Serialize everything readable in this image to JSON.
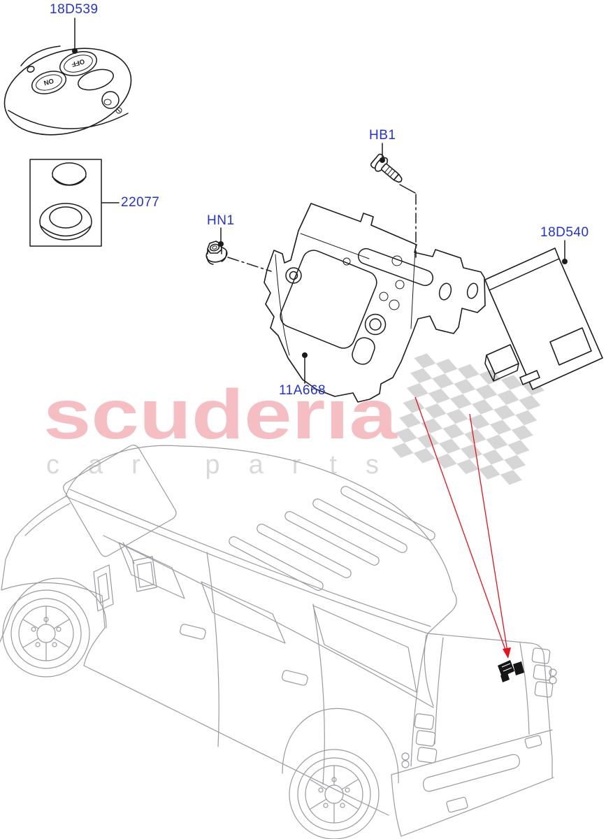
{
  "part_labels": {
    "fob": "18D539",
    "grommet_kit": "22077",
    "nut": "HN1",
    "bolt": "HB1",
    "bracket": "11A668",
    "module": "18D540"
  },
  "fob_buttons": {
    "on": "ON",
    "off": "OFF"
  },
  "watermark": {
    "brand": "scuderia",
    "subtitle": "car parts"
  },
  "colors": {
    "label_blue": "#2233d2",
    "watermark_pink": "#f5bec3",
    "watermark_gray": "#d9d9d9",
    "checker_gray": "#d6d6d6",
    "pointer_red": "#e8101c",
    "drawing_black": "#1c1c1c",
    "vehicle_gray": "#9a9aa0",
    "background": "#ffffff"
  }
}
